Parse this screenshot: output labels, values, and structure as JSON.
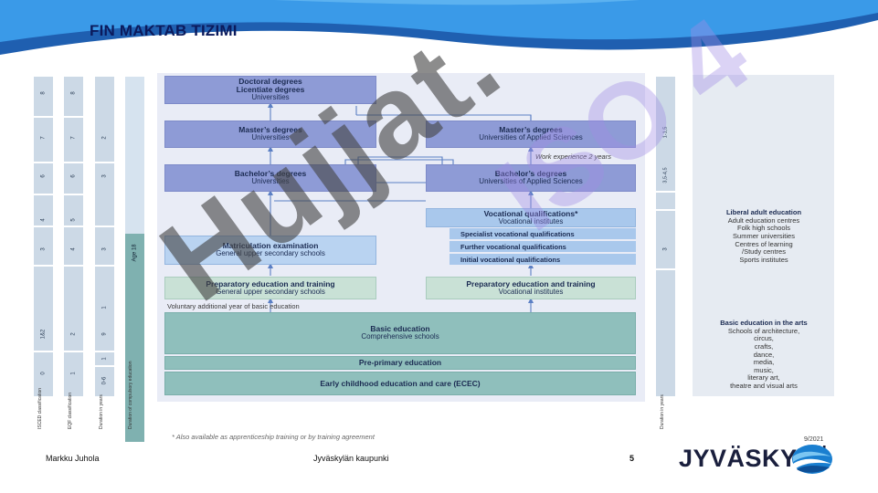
{
  "title": "FIN MAKTAB TIZIMI",
  "left_columns": {
    "isced": [
      "8",
      "7",
      "6",
      "4",
      "3",
      "1&2",
      "0"
    ],
    "eqf": [
      "8",
      "7",
      "6",
      "5",
      "4",
      "2",
      "1"
    ],
    "duration": [
      "2",
      "3",
      "3",
      "1",
      "9",
      "1",
      "0-6"
    ],
    "age": "Age 18",
    "captions": [
      "ISCED classification",
      "EQF classification",
      "Duration in years",
      "Duration of compulsory education"
    ]
  },
  "boxes": {
    "doctoral": {
      "title1": "Doctoral degrees",
      "title2": "Licentiate degrees",
      "sub": "Universities"
    },
    "masters_uni": {
      "title": "Master’s degrees",
      "sub": "Universities"
    },
    "masters_uas": {
      "title": "Master’s degrees",
      "sub": "Universities of Applied Sciences"
    },
    "work_experience": "Work experience 2 years",
    "bachelors_uni": {
      "title": "Bachelor’s degrees",
      "sub": "Universities"
    },
    "bachelors_uas": {
      "title": "Bachelor’s degrees",
      "sub": "Universities of Applied Sciences"
    },
    "vocational": {
      "title": "Vocational qualifications*",
      "sub": "Vocational institutes"
    },
    "specialist": "Specialist vocational qualifications",
    "further": "Further vocational qualifications",
    "initial": "Initial vocational qualifications",
    "matriculation": {
      "title": "Matriculation examination",
      "sub": "General upper secondary schools"
    },
    "prep_general": {
      "title": "Preparatory education and training",
      "sub": "General upper secondary schools"
    },
    "prep_vocational": {
      "title": "Preparatory education and training",
      "sub": "Vocational institutes"
    },
    "voluntary": "Voluntary additional year of basic education",
    "basic": {
      "title": "Basic education",
      "sub": "Comprehensive schools"
    },
    "preprimary": "Pre-primary education",
    "ecec": "Early childhood education and care (ECEC)"
  },
  "right_column": {
    "top": "1-1,5",
    "mid": "3,5-4,5",
    "low": "3",
    "caption": "Duration in years"
  },
  "liberal": {
    "heading": "Liberal adult education",
    "lines": [
      "Adult education centres",
      "Folk high schools",
      "Summer universities",
      "Centres of learning",
      "/Study centres",
      "Sports institutes"
    ]
  },
  "arts": {
    "heading": "Basic education in the arts",
    "lines": [
      "Schools of architecture,",
      "circus,",
      "crafts,",
      "dance,",
      "media,",
      "music,",
      "literary art,",
      "theatre and visual arts"
    ]
  },
  "footnote": "* Also available as apprenticeship training or by training agreement",
  "watermark": {
    "main": "Hujjat.",
    "side": "ISO 4"
  },
  "year_note": "9/2021",
  "footer": {
    "author": "Markku Juhola",
    "org": "Jyväskylän kaupunki",
    "page": "5",
    "logo": "JYVÄSKYLÄ"
  },
  "colors": {
    "header_blue": "#2f8fe0",
    "header_dark": "#1f5fb0",
    "title": "#0b1a5c",
    "degree_box": "#8e9bd6",
    "secondary_box": "#a9c8ec",
    "prep_box": "#c9e1d6",
    "basic_box": "#8fbfbc"
  }
}
